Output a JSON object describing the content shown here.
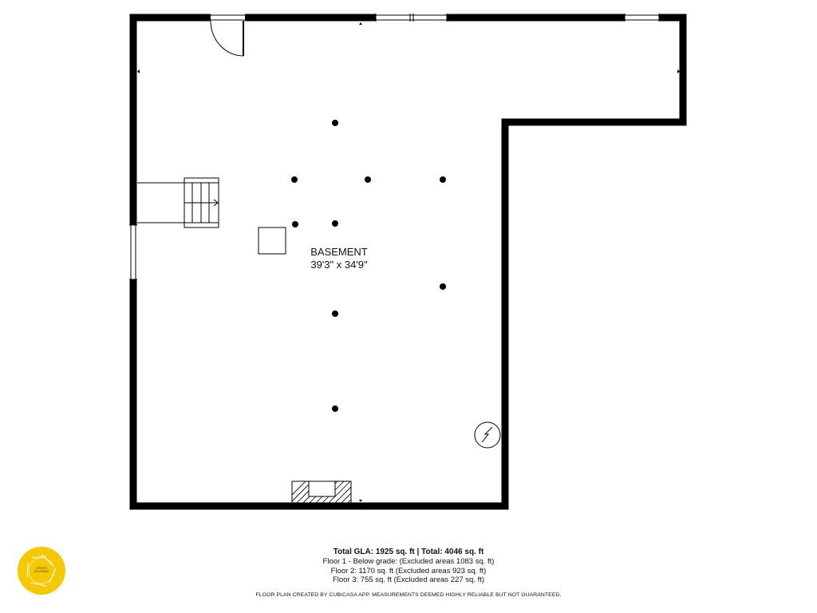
{
  "room": {
    "name": "BASEMENT",
    "dimensions": "39'3\" x 34'9\""
  },
  "footer": {
    "total": "Total GLA: 1925 sq. ft | Total: 4046 sq. ft",
    "floors": [
      "Floor 1 - Below grade: (Excluded areas 1083 sq. ft)",
      "Floor 2: 1170 sq. ft (Excluded areas 923 sq. ft)",
      "Floor 3: 755 sq. ft (Excluded areas 227 sq. ft)"
    ],
    "disclaimer": "FLOOR PLAN CREATED BY CUBICASA APP. MEASUREMENTS DEEMED HIGHLY RELIABLE BUT NOT GUARANTEED."
  },
  "logo": {
    "line1": "STEVEN",
    "line2": "DELIRIUMS",
    "color": "#F5C800"
  },
  "colors": {
    "wall": "#000000",
    "background": "#ffffff"
  }
}
